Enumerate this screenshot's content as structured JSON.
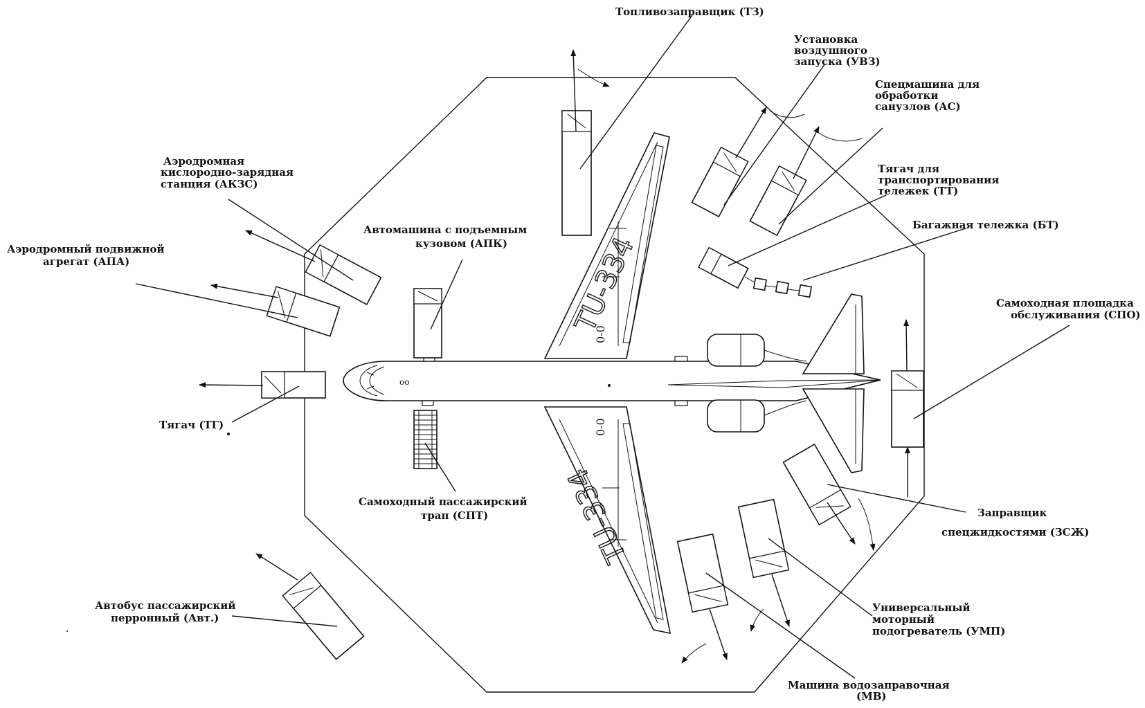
{
  "aircraft_registration": "TU-334",
  "labels": {
    "tz": "Топливозаправщик (ТЗ)",
    "uvz": [
      "Установка",
      "воздушного",
      "запуска (УВЗ)"
    ],
    "as": [
      "Спецмашина для",
      "обработки",
      "санузлов (АС)"
    ],
    "tt": [
      "Тягач для",
      "транспортирования",
      "тележек (ТТ)"
    ],
    "bt": "Багажная тележка (БТ)",
    "spo": [
      "Самоходная площадка",
      "обслуживания (СПО)"
    ],
    "zszh": [
      "Заправщик",
      "спецжидкостями (ЗСЖ)"
    ],
    "ump": [
      "Универсальный",
      "моторный",
      "подогреватель (УМП)"
    ],
    "mv": [
      "Машина водозаправочная",
      "(МВ)"
    ],
    "avt": [
      "Автобус пассажирский",
      "перронный (Авт.)"
    ],
    "tg": "Тягач (ТГ)",
    "apa": [
      "Аэродромный подвижной",
      "агрегат (АПА)"
    ],
    "akzs": [
      "Аэродромная",
      "кислородно-зарядная",
      "станция (АКЗС)"
    ],
    "apk": [
      "Автомашина с подъемным",
      "кузовом (АПК)"
    ],
    "spt": [
      "Самоходный пассажирский",
      "трап (СПТ)"
    ]
  }
}
